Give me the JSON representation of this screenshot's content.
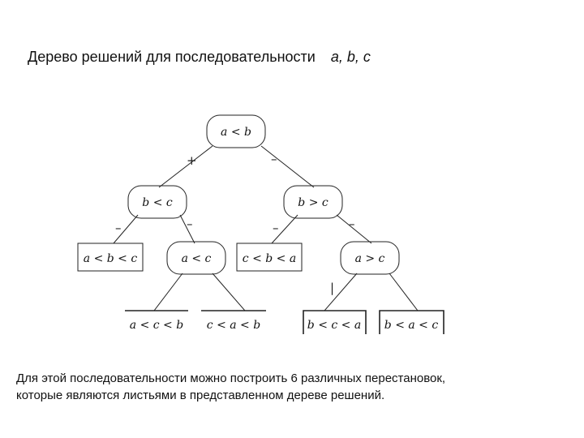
{
  "title": {
    "text": "Дерево решений для последовательности",
    "vars": "a, b, c"
  },
  "tree": {
    "root": "a < b",
    "left": "b < c",
    "right": "b > c",
    "leaf_abc": "a < b < c",
    "left_right": "a < c",
    "leaf_cba": "c < b < a",
    "right_right": "a > c",
    "leaf_acb": "a < c < b",
    "leaf_cab": "c < a < b",
    "leaf_bca": "b < c < a",
    "leaf_bac": "b < a < c"
  },
  "edge_labels": {
    "root_left": "+",
    "root_right": "–",
    "left_leaf": "–",
    "left_right": "–",
    "right_leaf": "–",
    "right_right": "–",
    "rr_left": "|"
  },
  "caption": {
    "line1": "Для этой последовательности можно построить 6 различных перестановок,",
    "line2": "которые являются листьями в представленном дереве решений."
  }
}
